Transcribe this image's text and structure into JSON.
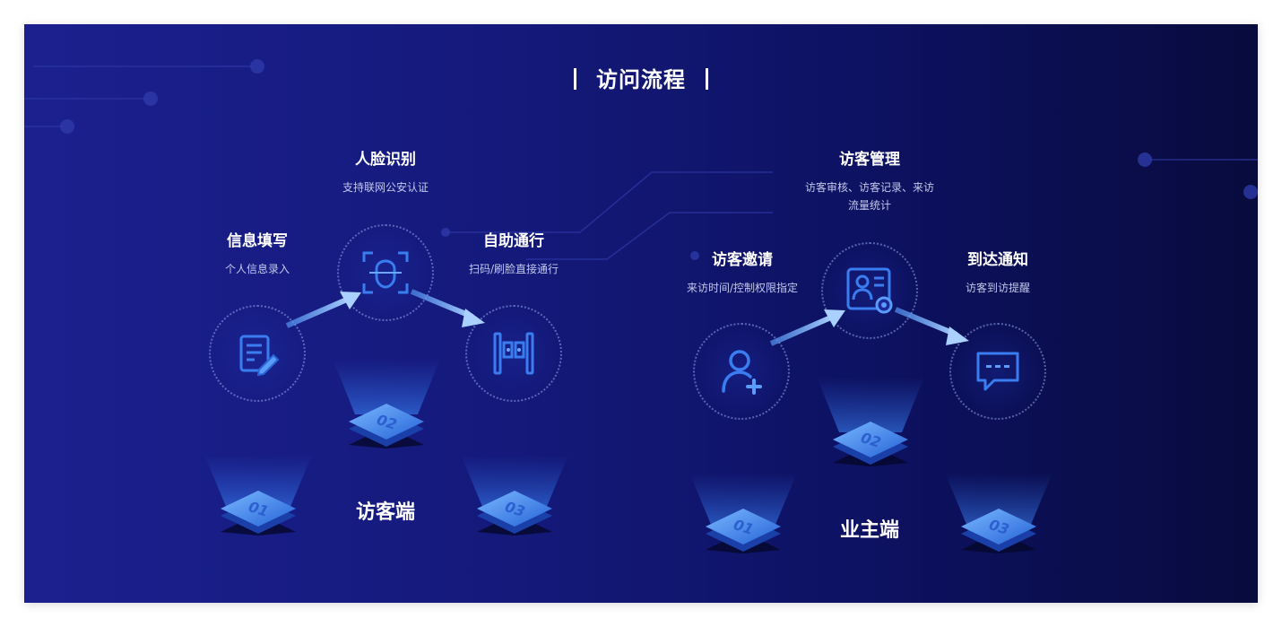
{
  "title": "访问流程",
  "visitor": {
    "side_name": "访客端",
    "steps": [
      {
        "name": "信息填写",
        "desc": "个人信息录入",
        "number": "01",
        "icon": "form-edit-icon"
      },
      {
        "name": "人脸识别",
        "desc": "支持联网公安认证",
        "number": "02",
        "icon": "face-scan-icon"
      },
      {
        "name": "自助通行",
        "desc": "扫码/刷脸直接通行",
        "number": "03",
        "icon": "turnstile-gate-icon"
      }
    ]
  },
  "owner": {
    "side_name": "业主端",
    "steps": [
      {
        "name": "访客邀请",
        "desc": "来访时间/控制权限指定",
        "number": "01",
        "icon": "add-user-icon"
      },
      {
        "name": "访客管理",
        "desc": "访客审核、访客记录、来访流量统计",
        "number": "02",
        "icon": "user-settings-icon"
      },
      {
        "name": "到达通知",
        "desc": "访客到访提醒",
        "number": "03",
        "icon": "message-icon"
      }
    ]
  },
  "colors": {
    "background_start": "#1b208f",
    "background_end": "#080b3d",
    "accent": "#4a8df5"
  }
}
